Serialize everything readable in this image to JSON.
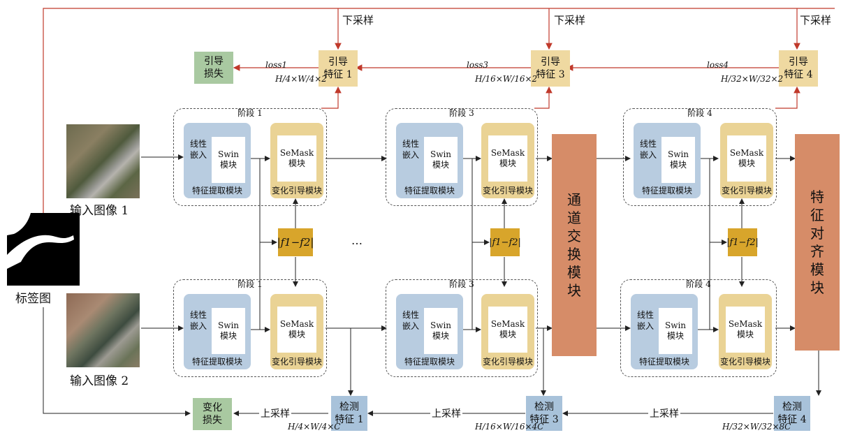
{
  "downsample_label": "下采样",
  "upsample_label": "上采样",
  "input1_label": "输入图像 1",
  "input2_label": "输入图像 2",
  "label_map_label": "标签图",
  "guidance_loss": [
    "引导",
    "损失"
  ],
  "change_loss": [
    "变化",
    "损失"
  ],
  "stage_titles": [
    "阶段 1",
    "阶段 3",
    "阶段 4"
  ],
  "linear_embed": "线性嵌入",
  "swin": [
    "Swin",
    "模块"
  ],
  "semask": [
    "SeMask",
    "模块"
  ],
  "feature_extract": "特征提取模块",
  "change_guide": "变化引导模块",
  "diff_label": "|f1−f2|",
  "ellipsis": "…",
  "channel_exchange": "通道交换模块",
  "feature_align": "特征对齐模块",
  "guide_features": [
    {
      "line1": "引导",
      "line2": "特征 1",
      "loss": "loss1",
      "formula": "H/4×W/4×2"
    },
    {
      "line1": "引导",
      "line2": "特征 3",
      "loss": "loss3",
      "formula": "H/16×W/16×2"
    },
    {
      "line1": "引导",
      "line2": "特征 4",
      "loss": "loss4",
      "formula": "H/32×W/32×2"
    }
  ],
  "detect_features": [
    {
      "line1": "检测",
      "line2": "特征 1",
      "formula": "H/4×W/4×C"
    },
    {
      "line1": "检测",
      "line2": "特征 3",
      "formula": "H/16×W/16×4C"
    },
    {
      "line1": "检测",
      "line2": "特征 4",
      "formula": "H/32×W/32×8C"
    }
  ]
}
